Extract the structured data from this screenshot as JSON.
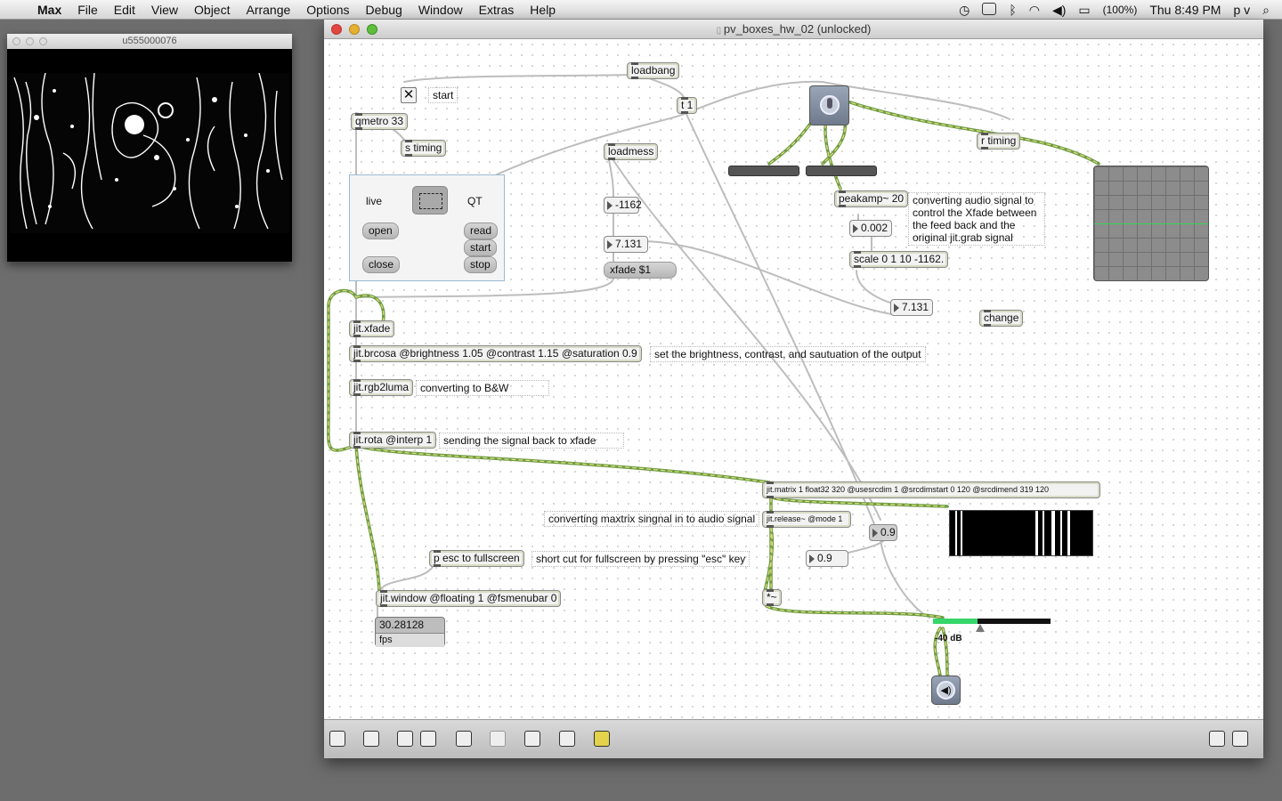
{
  "menubar": {
    "app": "Max",
    "items": [
      "File",
      "Edit",
      "View",
      "Object",
      "Arrange",
      "Options",
      "Debug",
      "Window",
      "Extras",
      "Help"
    ],
    "battery": "(100%)",
    "clock": "Thu 8:49 PM",
    "user": "p v"
  },
  "video_window": {
    "title": "u555000076"
  },
  "patcher": {
    "title": "pv_boxes_hw_02 (unlocked)",
    "objects": {
      "loadbang": "loadbang",
      "start_comment": "start",
      "qmetro": "qmetro 33",
      "s_timing": "s timing",
      "t1": "t 1",
      "loadmess": "loadmess",
      "r_timing": "r timing",
      "peakamp": "peakamp~ 20",
      "scale": "scale 0 1 10 -1162.",
      "xfade_msg": "xfade $1",
      "change": "change",
      "jit_xfade": "jit.xfade",
      "brcosa": "jit.brcosa @brightness 1.05 @contrast 1.15 @saturation 0.9",
      "rgb2luma": "jit.rgb2luma",
      "rota": "jit.rota @interp 1",
      "matrix": "jit.matrix 1 float32 320 @usesrcdim 1 @srcdimstart 0 120 @srcdimend 319 120",
      "release": "jit.release~ @mode 1",
      "p_esc": "p esc to fullscreen",
      "window": "jit.window @floating 1 @fsmenubar 0",
      "times": "*~",
      "fps_value": "30.28128",
      "fps_label": "fps",
      "gain_label": "-40 dB"
    },
    "numbers": {
      "n_1162": "-1162",
      "n_7131a": "7.131",
      "n_0002": "0.002",
      "n_7131b": "7.131",
      "n_09a": "0.9",
      "n_09b": "0.9"
    },
    "qt_panel": {
      "live": "live",
      "qt": "QT",
      "open": "open",
      "close": "close",
      "read": "read",
      "start": "start",
      "stop": "stop"
    },
    "comments": {
      "peakamp_note": "converting audio signal to control the Xfade between the feed back and the original jit.grab signal",
      "brcosa_note": "set the brightness, contrast, and sautuation of the output",
      "luma_note": "converting to B&W",
      "rota_note": "sending the signal back to xfade",
      "matrix_note": "converting maxtrix singnal in to audio signal",
      "fullscreen_note": "short cut for fullscreen by pressing \"esc\" key"
    }
  },
  "colors": {
    "signal_cord": "#7aa84c",
    "signal_dash": "#e4e27a",
    "cord": "#b9b9b9",
    "meter_green": "#36d66a",
    "scope_line": "#3bd15a"
  },
  "icons": {
    "apple": "apple-icon",
    "mic": "microphone-icon",
    "speaker": "speaker-icon"
  }
}
